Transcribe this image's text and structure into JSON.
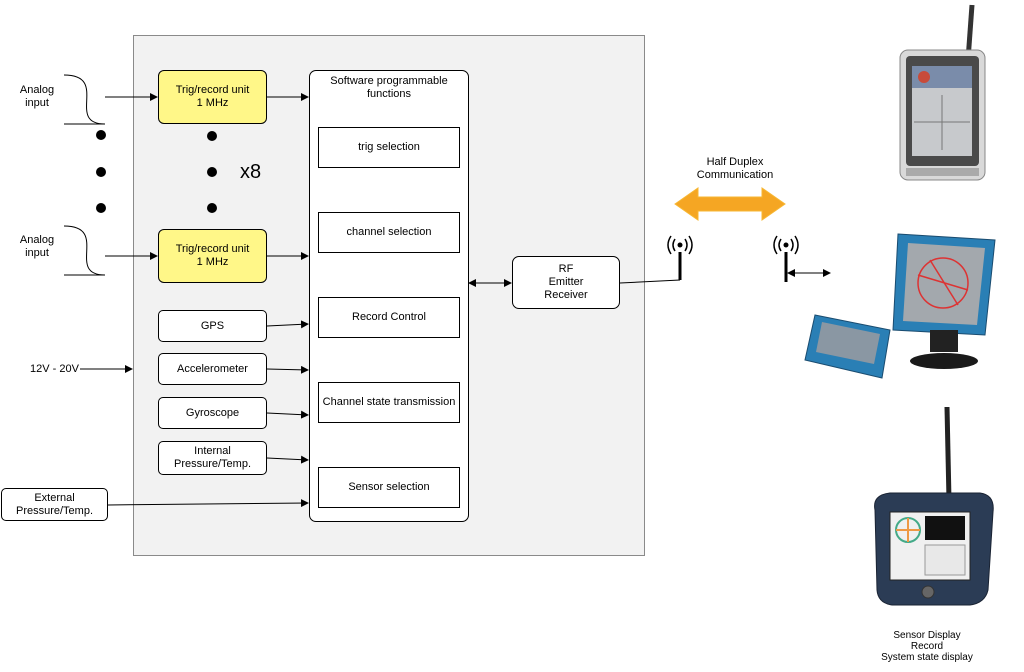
{
  "inputs": {
    "analog_top": "Analog\ninput",
    "analog_bottom": "Analog\ninput",
    "power": "12V - 20V",
    "external": "External\nPressure/Temp."
  },
  "units": {
    "trig_top": "Trig/record unit\n1 MHz",
    "trig_bottom": "Trig/record unit\n1 MHz",
    "multiplier": "x8",
    "gps": "GPS",
    "accelerometer": "Accelerometer",
    "gyroscope": "Gyroscope",
    "internal": "Internal\nPressure/Temp."
  },
  "software": {
    "title": "Software programmable\nfunctions",
    "functions": [
      "trig selection",
      "channel selection",
      "Record Control",
      "Channel state transmission",
      "Sensor selection"
    ]
  },
  "rf": {
    "label": "RF\nEmitter\nReceiver"
  },
  "comm": {
    "label": "Half Duplex\nCommunication",
    "arrow_color": "#f5a623"
  },
  "display": {
    "caption": "Sensor Display\nRecord\nSystem state display"
  }
}
